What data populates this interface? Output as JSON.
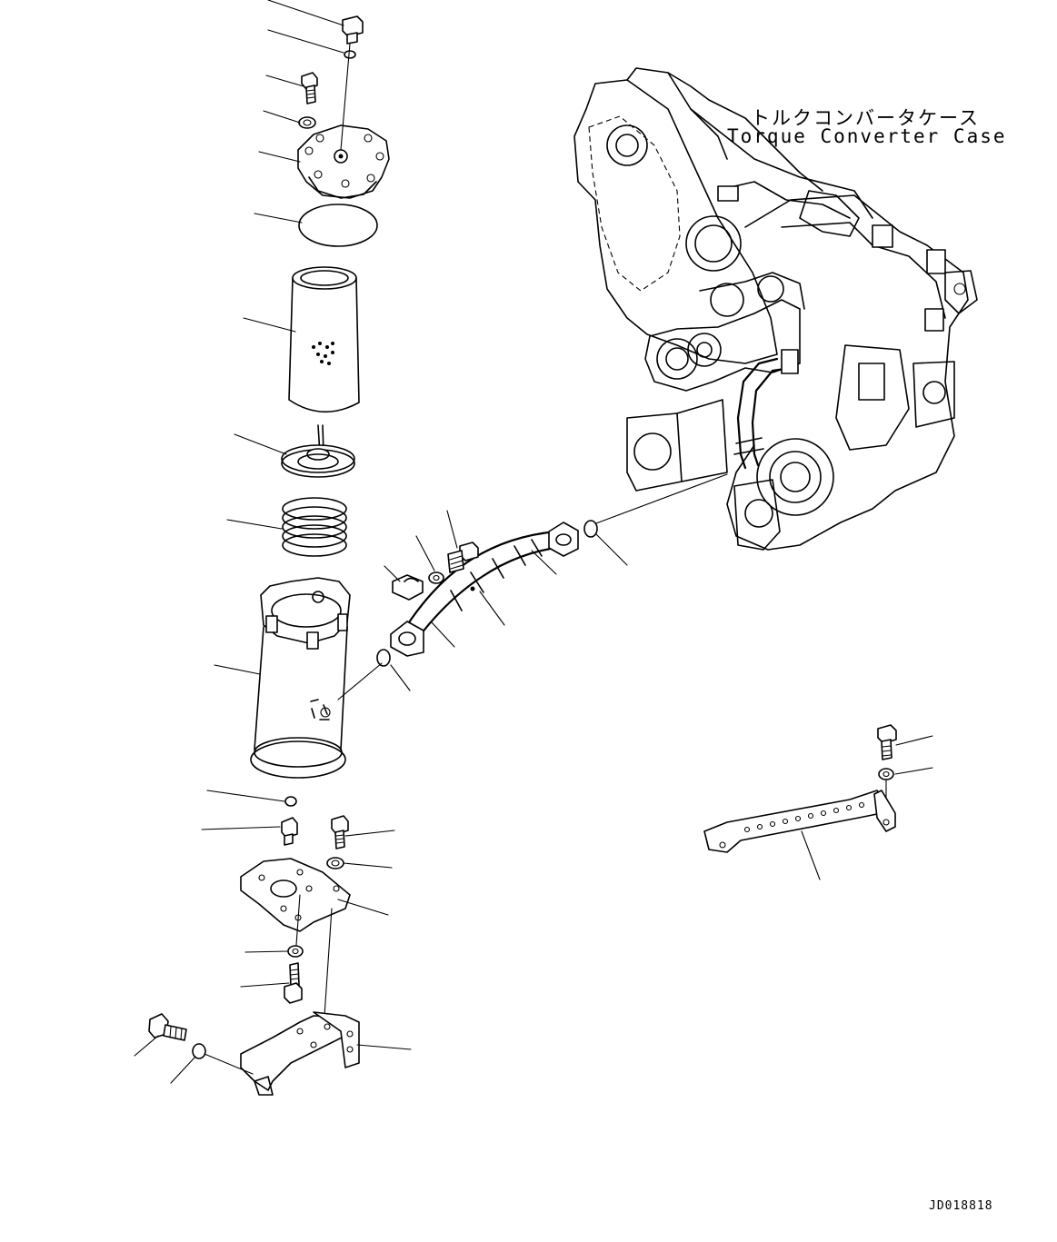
{
  "labels": {
    "case_japanese": "トルクコンバータケース",
    "case_english": "Torque Converter Case",
    "drawing_id": "JD018818"
  }
}
